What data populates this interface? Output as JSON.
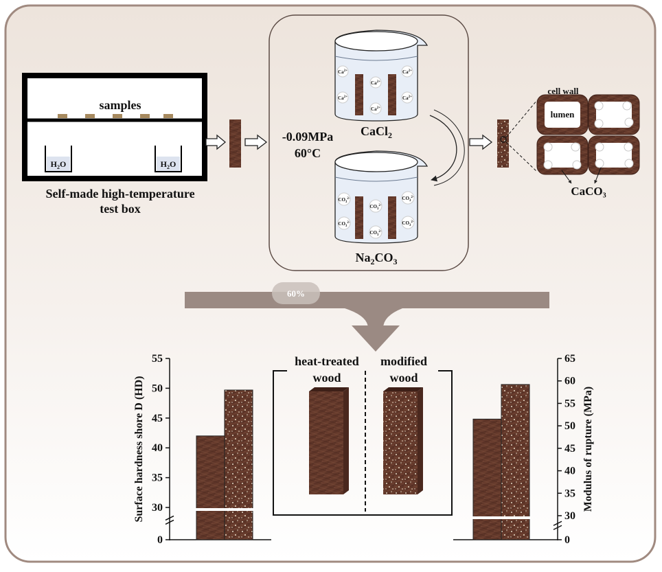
{
  "top": {
    "box_label_line1": "Self-made high-temperature",
    "box_label_line2": "test box",
    "samples_label": "samples",
    "water": "H",
    "water_sub": "2",
    "water_end": "O",
    "conditions_line1": "-0.09MPa",
    "conditions_line2": "60°C",
    "beaker1": {
      "label": "CaCl",
      "label_sub": "2",
      "ion": "Ca",
      "ion_charge": "2+"
    },
    "beaker2": {
      "label": "Na",
      "label_sub1": "2",
      "label_mid": "CO",
      "label_sub2": "3",
      "ion": "CO",
      "ion_sub": "3",
      "ion_charge": "2-"
    },
    "cell_wall_label": "cell wall",
    "lumen_label": "lumen",
    "caco3_label": "CaCO₃"
  },
  "badge": "60%",
  "legend": {
    "left_line1": "heat-treated",
    "left_line2": "wood",
    "right_line1": "modified",
    "right_line2": "wood"
  },
  "colors": {
    "wood_dark": "#5a3226",
    "wood_mid": "#7a4a38",
    "frame": "#a08a80",
    "arrow": "#9b8a83",
    "dot": "#e8dcc8"
  },
  "chart_data": [
    {
      "type": "bar",
      "categories": [
        "heat-treated wood",
        "modified wood"
      ],
      "values": [
        42,
        49.7
      ],
      "ylabel": "Surface hardness shore D (HD)",
      "ylim": [
        30,
        55
      ],
      "axis_break": [
        0,
        30
      ],
      "yticks": [
        0,
        30,
        35,
        40,
        45,
        50,
        55
      ]
    },
    {
      "type": "bar",
      "categories": [
        "heat-treated wood",
        "modified wood"
      ],
      "values": [
        51.5,
        59.2
      ],
      "ylabel": "Modulus of rupture (MPa)",
      "ylim": [
        30,
        65
      ],
      "axis_break": [
        0,
        30
      ],
      "yticks": [
        0,
        30,
        35,
        40,
        45,
        50,
        55,
        60,
        65
      ]
    }
  ]
}
